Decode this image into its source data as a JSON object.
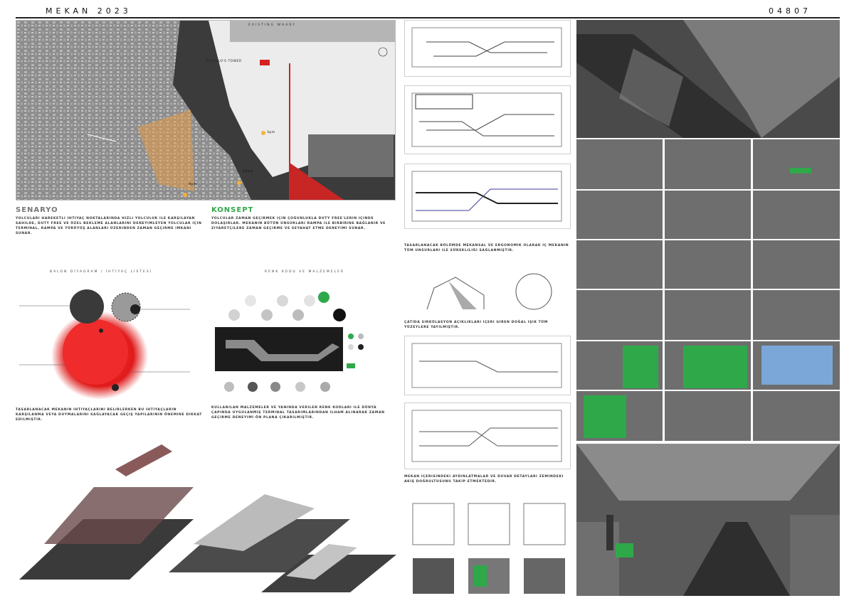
{
  "header": {
    "title": "MEKAN 2023",
    "code": "04807"
  },
  "site": {
    "labels": [
      "EXISTING WHARF",
      "OTHELLO'S TOWER",
      "3pm",
      "9pm",
      "10am"
    ]
  },
  "senaryo": {
    "heading": "SENARYO",
    "text": "YOLCULARI HAREKETLI IHTIYAÇ NOKTALARINDA HIZLI YOLCULUK ILE KARŞILAYAN SAHILDE, DUTY FREE VE ÖZEL BEKLEME ALANLARINI DENEYIMLEYEN YOLCULAR IÇIN TERMINAL, RAMPA VE YÜRÜYÜŞ ALANLARI ÜZERINDEN ZAMAN GEÇIRME IMKANI SUNAR."
  },
  "konsept": {
    "heading": "KONSEPT",
    "text": "YOLCULAR ZAMAN GEÇIRMEK IÇIN ÇOĞUNLUKLA DUTY FREE'LERIN IÇINDE DOLAŞIRLAR. MEKANIN BÜTÜN UNSURLARI RAMPA ILE BIRBIRINE BAĞLANIR VE ZIYARETÇILERE ZAMAN GEÇIRME VE SEYAHAT ETME DENEYIMI SUNAR."
  },
  "diagram": {
    "heading": "BALON DİYAGRAM / İHTİYAÇ LİSTESİ",
    "text": "TASARLANACAK MEKANIN IHTIYAÇLARINI BELIRLERKEN BU IHTIYAÇLARIN KARŞILANMA VEYA DUYMALARINI SAĞLAYACAK GEÇIŞ YAPILARININ ÖNEMINE DIKKAT EDILMIŞTIR."
  },
  "materials": {
    "heading": "RENK KODU VE MALZEMELER",
    "text": "KULLANILAN MALZEMELER VE YANINDA VERILEN RENK KODLARI ILE DÜNYA ÇAPINDA UYGULANMIŞ TERMINAL TASARIMLARINDAN ILHAM ALINARAK ZAMAN GEÇIRME DENEYIMI ÖN PLANA ÇIKARILMIŞTIR."
  },
  "middle": {
    "text1": "TASARLANACAK BÖLÜMDE MEKANSAL VE ERGONOMIK OLARAK IÇ MEKANIN TÜM UNSURLARI ILE SÜREKLILIĞI SAĞLANMIŞTIR.",
    "text2": "ÇATIDA SIRKÜLASYON AÇIKLIKLARI IÇERI GIREN DOĞAL IŞIK TÜM YÜZEYLERE YAYILMIŞTIR.",
    "text3": "MEKAN IÇERISINDEKI AYDINLATMALAR VE DUVAR DETAYLARI ZEMINDEKI AKIŞ DOĞRULTUSUNU TAKIP ETMEKTEDIR."
  },
  "colors": {
    "red": "#e02020",
    "green": "#2fa84a",
    "dark": "#1a1a1a"
  }
}
